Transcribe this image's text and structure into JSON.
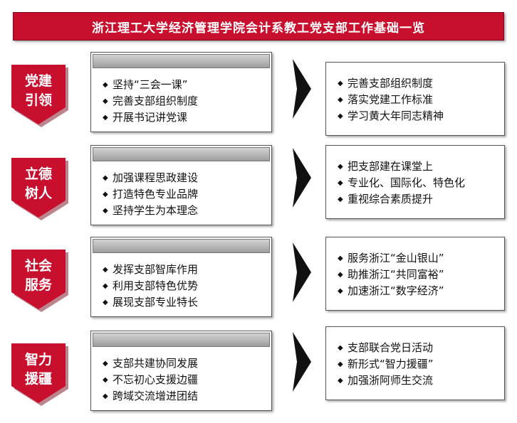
{
  "title": "浙江理工大学经济管理学院会计系教工党支部工作基础一览",
  "colors": {
    "accent": "#c8102e",
    "header_gray": "#b0b0b0"
  },
  "rows": [
    {
      "badge": [
        "党建",
        "引领"
      ],
      "middle": [
        "坚持“三会一课”",
        "完善支部组织制度",
        "开展书记讲党课"
      ],
      "right": [
        "完善支部组织制度",
        "落实党建工作标准",
        "学习黄大年同志精神"
      ]
    },
    {
      "badge": [
        "立德",
        "树人"
      ],
      "middle": [
        "加强课程思政建设",
        "打造特色专业品牌",
        "坚持学生为本理念"
      ],
      "right": [
        "把支部建在课堂上",
        "专业化、国际化、特色化",
        "重视综合素质提升"
      ]
    },
    {
      "badge": [
        "社会",
        "服务"
      ],
      "middle": [
        "发挥支部智库作用",
        "利用支部特色优势",
        "展现支部专业特长"
      ],
      "right": [
        "服务浙江“金山银山”",
        "助推浙江“共同富裕”",
        "加速浙江“数字经济”"
      ]
    },
    {
      "badge": [
        "智力",
        "援疆"
      ],
      "middle": [
        "支部共建协同发展",
        "不忘初心支援边疆",
        "跨域交流增进团结"
      ],
      "right": [
        "支部联合党日活动",
        "新形式“智力援疆”",
        "加强浙阿师生交流"
      ]
    }
  ]
}
